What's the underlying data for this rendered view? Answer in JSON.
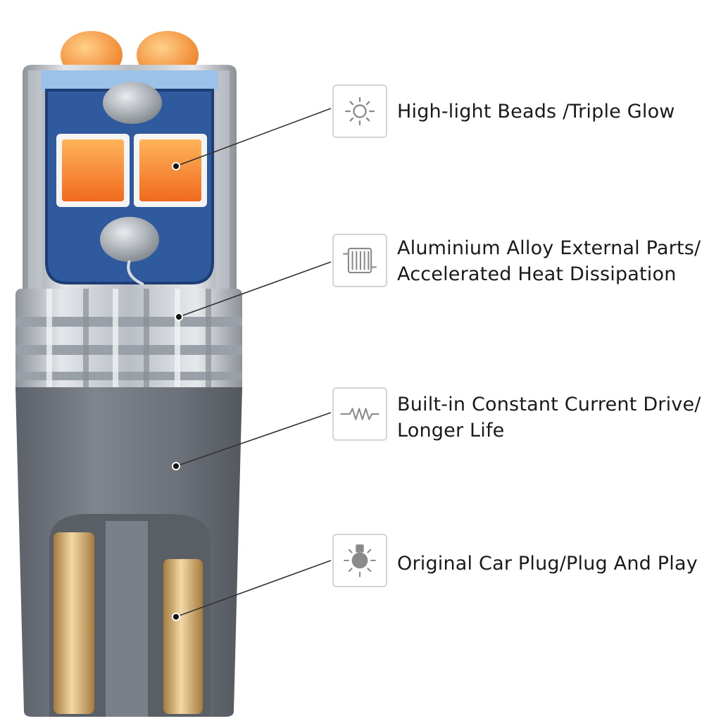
{
  "features": [
    {
      "icon": "sun-icon",
      "lines": [
        "High-light Beads /Triple Glow"
      ]
    },
    {
      "icon": "radiator-icon",
      "lines": [
        "Aluminium Alloy External Parts/",
        "Accelerated Heat Dissipation"
      ]
    },
    {
      "icon": "resistor-icon",
      "lines": [
        "Built-in Constant Current Drive/",
        "Longer Life"
      ]
    },
    {
      "icon": "bulb-plug-icon",
      "lines": [
        "Original Car Plug/Plug And Play"
      ]
    }
  ],
  "colors": {
    "led_orange": "#f08a2a",
    "chip_blue": "#2f5a9e",
    "base_gray": "#707680",
    "contact_gold": "#c9a064",
    "icon_stroke": "#8a8a8a"
  }
}
